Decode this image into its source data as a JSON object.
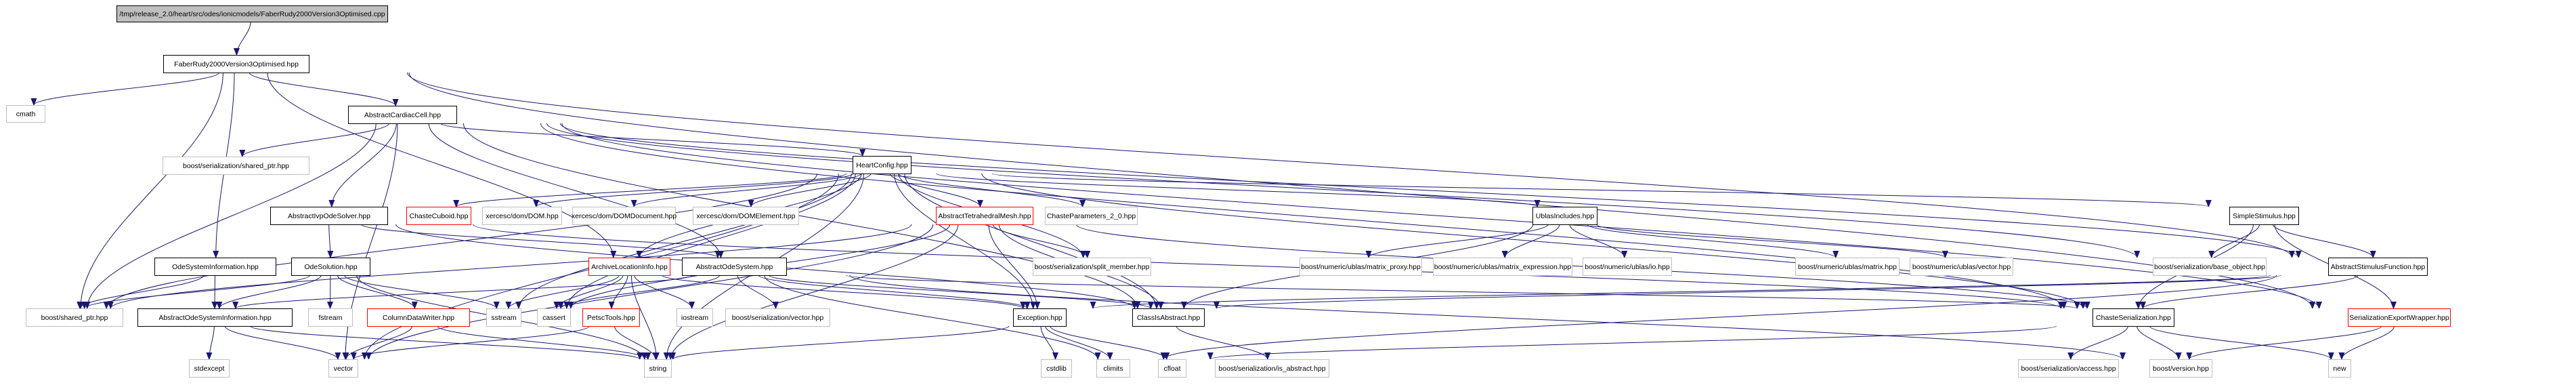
{
  "graph": {
    "title": "/tmp/release_2.0/heart/src/odes/ionicmodels/FaberRudy2000Version3Optimised.cpp",
    "colors": {
      "edge": "#191970",
      "root_fill": "#bfbfbf",
      "documented_border": "#000000",
      "undocumented_border": "#ff0000",
      "external_border": "#bfbfbf"
    },
    "nodes": [
      {
        "id": "root",
        "label": "/tmp/release_2.0/heart/src/odes/ionicmodels/FaberRudy2000Version3Optimised.cpp",
        "kind": "root"
      },
      {
        "id": "faber",
        "label": "FaberRudy2000Version3Optimised.hpp",
        "kind": "documented"
      },
      {
        "id": "cmath",
        "label": "cmath",
        "kind": "external"
      },
      {
        "id": "acc",
        "label": "AbstractCardiacCell.hpp",
        "kind": "documented"
      },
      {
        "id": "bs_shared_ptr",
        "label": "boost/serialization/shared_ptr.hpp",
        "kind": "external"
      },
      {
        "id": "heartconfig",
        "label": "HeartConfig.hpp",
        "kind": "documented"
      },
      {
        "id": "aivp",
        "label": "AbstractIvpOdeSolver.hpp",
        "kind": "documented"
      },
      {
        "id": "cuboid",
        "label": "ChasteCuboid.hpp",
        "kind": "undocumented"
      },
      {
        "id": "xdom",
        "label": "xercesc/dom/DOM.hpp",
        "kind": "external"
      },
      {
        "id": "xdomdoc",
        "label": "xercesc/dom/DOMDocument.hpp",
        "kind": "external"
      },
      {
        "id": "xdomel",
        "label": "xercesc/dom/DOMElement.hpp",
        "kind": "external"
      },
      {
        "id": "atm",
        "label": "AbstractTetrahedralMesh.hpp",
        "kind": "undocumented"
      },
      {
        "id": "chparams",
        "label": "ChasteParameters_2_0.hpp",
        "kind": "external"
      },
      {
        "id": "ublas",
        "label": "UblasIncludes.hpp",
        "kind": "documented"
      },
      {
        "id": "simplestim",
        "label": "SimpleStimulus.hpp",
        "kind": "documented"
      },
      {
        "id": "osi",
        "label": "OdeSystemInformation.hpp",
        "kind": "documented"
      },
      {
        "id": "odesol",
        "label": "OdeSolution.hpp",
        "kind": "documented"
      },
      {
        "id": "archive",
        "label": "ArchiveLocationInfo.hpp",
        "kind": "undocumented"
      },
      {
        "id": "aos",
        "label": "AbstractOdeSystem.hpp",
        "kind": "documented"
      },
      {
        "id": "split",
        "label": "boost/serialization/split_member.hpp",
        "kind": "external"
      },
      {
        "id": "mproxy",
        "label": "boost/numeric/ublas/matrix_proxy.hpp",
        "kind": "external"
      },
      {
        "id": "mexpr",
        "label": "boost/numeric/ublas/matrix_expression.hpp",
        "kind": "external"
      },
      {
        "id": "uio",
        "label": "boost/numeric/ublas/io.hpp",
        "kind": "external"
      },
      {
        "id": "umatrix",
        "label": "boost/numeric/ublas/matrix.hpp",
        "kind": "external"
      },
      {
        "id": "uvector",
        "label": "boost/numeric/ublas/vector.hpp",
        "kind": "external"
      },
      {
        "id": "baseobj",
        "label": "boost/serialization/base_object.hpp",
        "kind": "external"
      },
      {
        "id": "asf",
        "label": "AbstractStimulusFunction.hpp",
        "kind": "documented"
      },
      {
        "id": "bshared",
        "label": "boost/shared_ptr.hpp",
        "kind": "external"
      },
      {
        "id": "aosi",
        "label": "AbstractOdeSystemInformation.hpp",
        "kind": "documented"
      },
      {
        "id": "fstream",
        "label": "fstream",
        "kind": "external"
      },
      {
        "id": "cdw",
        "label": "ColumnDataWriter.hpp",
        "kind": "undocumented"
      },
      {
        "id": "sstream",
        "label": "sstream",
        "kind": "external"
      },
      {
        "id": "cassert",
        "label": "cassert",
        "kind": "external"
      },
      {
        "id": "petsc",
        "label": "PetscTools.hpp",
        "kind": "undocumented"
      },
      {
        "id": "iostream",
        "label": "iostream",
        "kind": "external"
      },
      {
        "id": "bsvector",
        "label": "boost/serialization/vector.hpp",
        "kind": "external"
      },
      {
        "id": "exception",
        "label": "Exception.hpp",
        "kind": "documented"
      },
      {
        "id": "cia",
        "label": "ClassIsAbstract.hpp",
        "kind": "documented"
      },
      {
        "id": "chser",
        "label": "ChasteSerialization.hpp",
        "kind": "documented"
      },
      {
        "id": "sew",
        "label": "SerializationExportWrapper.hpp",
        "kind": "undocumented"
      },
      {
        "id": "stdexcept",
        "label": "stdexcept",
        "kind": "external"
      },
      {
        "id": "vector",
        "label": "vector",
        "kind": "external"
      },
      {
        "id": "string",
        "label": "string",
        "kind": "external"
      },
      {
        "id": "cstdlib",
        "label": "cstdlib",
        "kind": "external"
      },
      {
        "id": "climits",
        "label": "climits",
        "kind": "external"
      },
      {
        "id": "cfloat",
        "label": "cfloat",
        "kind": "external"
      },
      {
        "id": "isabstract",
        "label": "boost/serialization/is_abstract.hpp",
        "kind": "external"
      },
      {
        "id": "access",
        "label": "boost/serialization/access.hpp",
        "kind": "external"
      },
      {
        "id": "bversion",
        "label": "boost/version.hpp",
        "kind": "external"
      },
      {
        "id": "new",
        "label": "new",
        "kind": "external"
      }
    ],
    "edges": [
      [
        "root",
        "faber"
      ],
      [
        "faber",
        "cmath"
      ],
      [
        "faber",
        "acc"
      ],
      [
        "faber",
        "osi"
      ],
      [
        "faber",
        "bshared"
      ],
      [
        "faber",
        "archive"
      ],
      [
        "faber",
        "asf"
      ],
      [
        "faber",
        "sew"
      ],
      [
        "acc",
        "bs_shared_ptr"
      ],
      [
        "acc",
        "heartconfig"
      ],
      [
        "acc",
        "aivp"
      ],
      [
        "acc",
        "vector"
      ],
      [
        "acc",
        "bshared"
      ],
      [
        "acc",
        "cia"
      ],
      [
        "acc",
        "chser"
      ],
      [
        "acc",
        "baseobj"
      ],
      [
        "acc",
        "asf"
      ],
      [
        "acc",
        "sew"
      ],
      [
        "acc",
        "aos"
      ],
      [
        "heartconfig",
        "cuboid"
      ],
      [
        "heartconfig",
        "xdom"
      ],
      [
        "heartconfig",
        "xdomdoc"
      ],
      [
        "heartconfig",
        "xdomel"
      ],
      [
        "heartconfig",
        "atm"
      ],
      [
        "heartconfig",
        "chparams"
      ],
      [
        "heartconfig",
        "ublas"
      ],
      [
        "heartconfig",
        "simplestim"
      ],
      [
        "heartconfig",
        "split"
      ],
      [
        "heartconfig",
        "string"
      ],
      [
        "heartconfig",
        "vector"
      ],
      [
        "heartconfig",
        "bshared"
      ],
      [
        "heartconfig",
        "archive"
      ],
      [
        "heartconfig",
        "cassert"
      ],
      [
        "heartconfig",
        "exception"
      ],
      [
        "heartconfig",
        "chser"
      ],
      [
        "heartconfig",
        "sstream"
      ],
      [
        "heartconfig",
        "cia"
      ],
      [
        "aivp",
        "odesol"
      ],
      [
        "aivp",
        "aos"
      ],
      [
        "aivp",
        "cia"
      ],
      [
        "aivp",
        "chser"
      ],
      [
        "atm",
        "split"
      ],
      [
        "atm",
        "exception"
      ],
      [
        "atm",
        "cia"
      ],
      [
        "atm",
        "chser"
      ],
      [
        "atm",
        "string"
      ],
      [
        "atm",
        "vector"
      ],
      [
        "atm",
        "cassert"
      ],
      [
        "atm",
        "bshared"
      ],
      [
        "ublas",
        "mproxy"
      ],
      [
        "ublas",
        "mexpr"
      ],
      [
        "ublas",
        "uio"
      ],
      [
        "ublas",
        "umatrix"
      ],
      [
        "ublas",
        "uvector"
      ],
      [
        "ublas",
        "cia"
      ],
      [
        "simplestim",
        "baseobj"
      ],
      [
        "simplestim",
        "asf"
      ],
      [
        "simplestim",
        "chser"
      ],
      [
        "simplestim",
        "sew"
      ],
      [
        "osi",
        "bshared"
      ],
      [
        "osi",
        "aosi"
      ],
      [
        "odesol",
        "bshared"
      ],
      [
        "odesol",
        "aosi"
      ],
      [
        "odesol",
        "fstream"
      ],
      [
        "odesol",
        "cdw"
      ],
      [
        "odesol",
        "sstream"
      ],
      [
        "odesol",
        "string"
      ],
      [
        "archive",
        "sstream"
      ],
      [
        "archive",
        "cassert"
      ],
      [
        "archive",
        "petsc"
      ],
      [
        "archive",
        "string"
      ],
      [
        "archive",
        "iostream"
      ],
      [
        "archive",
        "exception"
      ],
      [
        "aos",
        "cassert"
      ],
      [
        "aos",
        "bsvector"
      ],
      [
        "aos",
        "exception"
      ],
      [
        "aos",
        "cia"
      ],
      [
        "aos",
        "chser"
      ],
      [
        "aos",
        "climits"
      ],
      [
        "aos",
        "aosi"
      ],
      [
        "aos",
        "bversion"
      ],
      [
        "aosi",
        "stdexcept"
      ],
      [
        "aosi",
        "vector"
      ],
      [
        "aosi",
        "string"
      ],
      [
        "cdw",
        "vector"
      ],
      [
        "cdw",
        "string"
      ],
      [
        "petsc",
        "string"
      ],
      [
        "petsc",
        "vector"
      ],
      [
        "exception",
        "cstdlib"
      ],
      [
        "exception",
        "climits"
      ],
      [
        "exception",
        "cfloat"
      ],
      [
        "exception",
        "string"
      ],
      [
        "cia",
        "isabstract"
      ],
      [
        "asf",
        "chser"
      ],
      [
        "asf",
        "cia"
      ],
      [
        "asf",
        "exception"
      ],
      [
        "asf",
        "climits"
      ],
      [
        "chser",
        "access"
      ],
      [
        "chser",
        "bversion"
      ],
      [
        "chser",
        "new"
      ],
      [
        "chser",
        "cfloat"
      ],
      [
        "sew",
        "bversion"
      ],
      [
        "sew",
        "new"
      ]
    ]
  }
}
